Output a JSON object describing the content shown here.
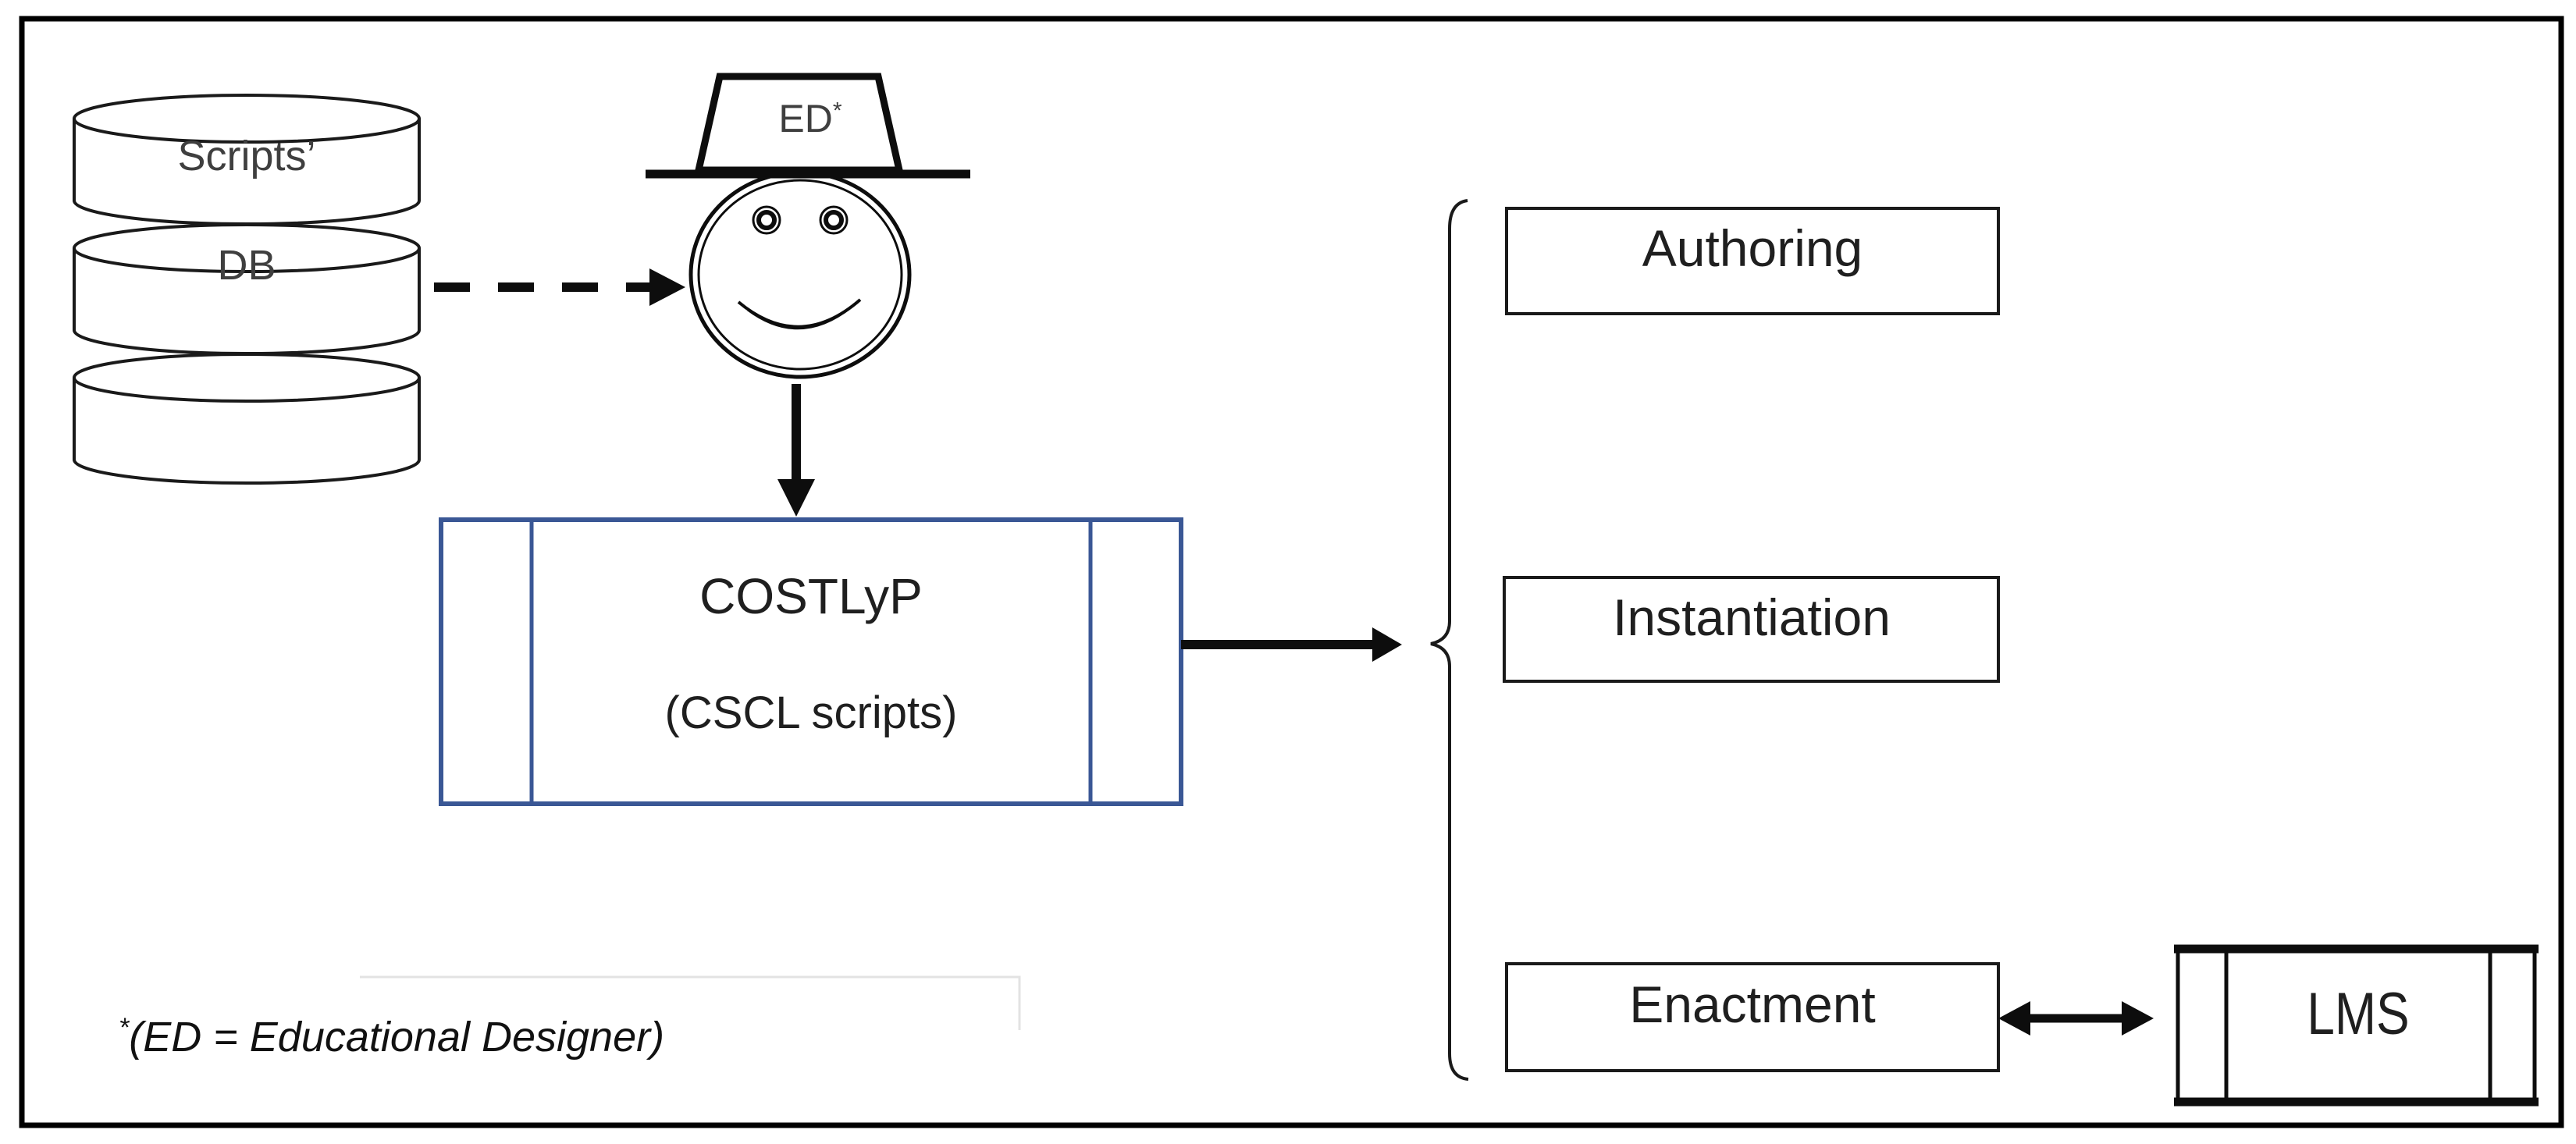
{
  "diagram": {
    "database": {
      "top_label": "Scripts’",
      "middle_label": "DB"
    },
    "designer": {
      "hat_text": "ED",
      "hat_sup": "*"
    },
    "costlyp": {
      "title": "COSTLyP",
      "subtitle": "(CSCL scripts)"
    },
    "phases": [
      {
        "label": "Authoring"
      },
      {
        "label": "Instantiation"
      },
      {
        "label": "Enactment"
      }
    ],
    "lms": {
      "label": "LMS"
    },
    "footnote": {
      "sup": "*",
      "text": "(ED = Educational Designer)"
    },
    "colors": {
      "costlyp_border": "#3a5795",
      "ink": "#000000",
      "faint_line": "#e3e3e3"
    }
  }
}
